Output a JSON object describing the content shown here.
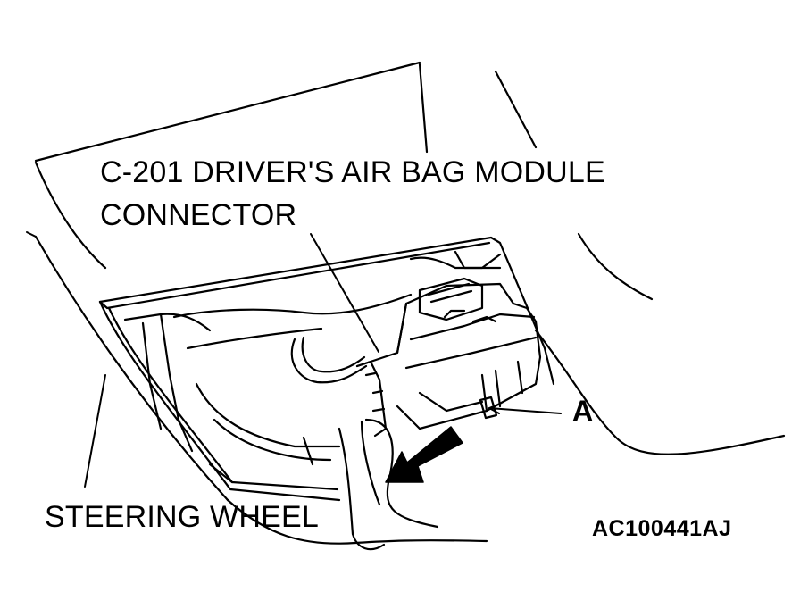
{
  "labels": {
    "connector_line1": "C-201 DRIVER'S AIR BAG MODULE",
    "connector_line2": "CONNECTOR",
    "callout_a": "A",
    "steering_wheel": "STEERING WHEEL",
    "figure_code": "AC100441AJ"
  },
  "colors": {
    "ink": "#000000",
    "background": "#ffffff",
    "arrow_fill": "#000000"
  }
}
